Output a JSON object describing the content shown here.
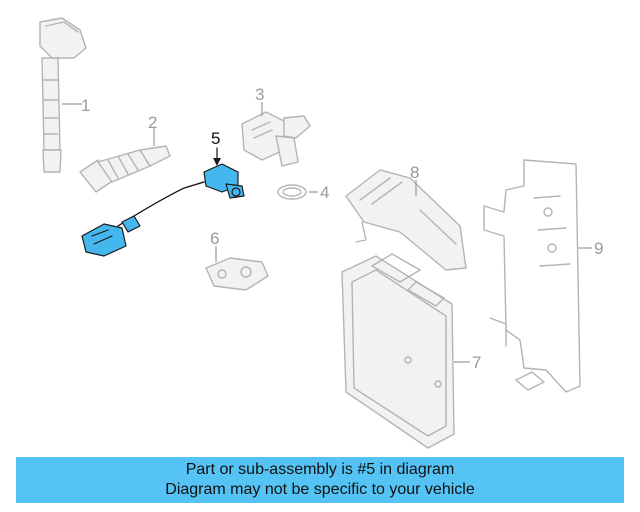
{
  "diagram": {
    "callouts": [
      {
        "id": "1",
        "label": "1"
      },
      {
        "id": "2",
        "label": "2"
      },
      {
        "id": "3",
        "label": "3"
      },
      {
        "id": "4",
        "label": "4"
      },
      {
        "id": "5",
        "label": "5"
      },
      {
        "id": "6",
        "label": "6"
      },
      {
        "id": "7",
        "label": "7"
      },
      {
        "id": "8",
        "label": "8"
      },
      {
        "id": "9",
        "label": "9"
      }
    ],
    "highlighted_part": "5",
    "colors": {
      "highlight": "#44b8ee",
      "banner": "#55c3f4",
      "ghost": "#b4b4b4"
    }
  },
  "banner": {
    "line1": "Part or sub-assembly is #5 in diagram",
    "line2": "Diagram may not be specific to your vehicle"
  }
}
